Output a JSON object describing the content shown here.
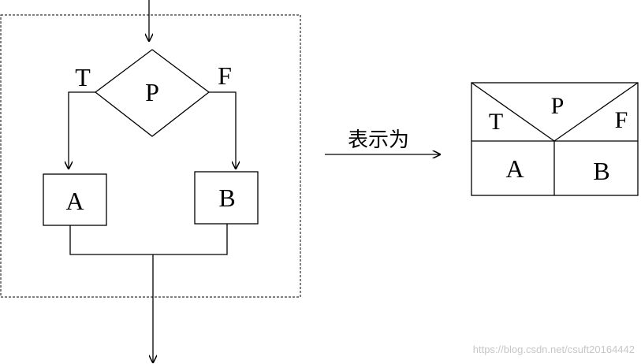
{
  "flowchart": {
    "condition": "P",
    "true_label": "T",
    "false_label": "F",
    "box_a": "A",
    "box_b": "B"
  },
  "arrow": {
    "label": "表示为"
  },
  "ns_diagram": {
    "condition": "P",
    "true_label": "T",
    "false_label": "F",
    "box_a": "A",
    "box_b": "B"
  },
  "watermark": {
    "text": "https://blog.csdn.net/csuft20164442"
  },
  "colors": {
    "stroke": "#000000",
    "watermark": "#c7c7c7"
  }
}
